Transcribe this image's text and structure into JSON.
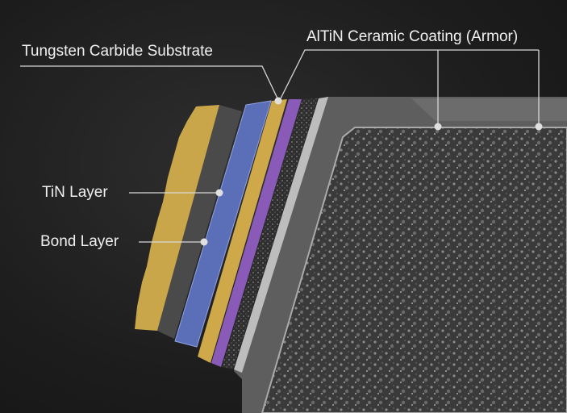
{
  "labels": {
    "substrate": "Tungsten Carbide Substrate",
    "coating": "AlTiN Ceramic Coating (Armor)",
    "tin": "TiN Layer",
    "bond": "Bond Layer"
  },
  "colors": {
    "gold": "#c9a64a",
    "blue": "#5a6fb8",
    "purple": "#8a5ab8",
    "gray": "#5c5c5c",
    "background": "#1c1c1c"
  }
}
